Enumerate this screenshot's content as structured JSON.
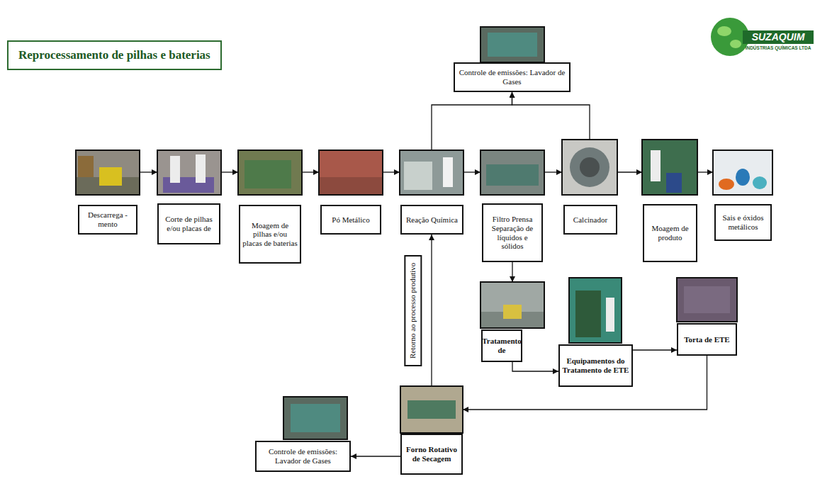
{
  "diagram": {
    "title": "Reprocessamento de pilhas e baterias",
    "nodes": [
      {
        "text": [
          "Controle de emissões: Lavador de Gases"
        ]
      },
      {
        "text": [
          "Descarrega -mento"
        ]
      },
      {
        "text": [
          "Corte de pilhas e/ou placas de"
        ]
      },
      {
        "text": [
          "Moagem de pilhas e/ou placas de baterias"
        ]
      },
      {
        "text": [
          "Pó Metálico"
        ]
      },
      {
        "text": [
          "Reação Química"
        ]
      },
      {
        "text": [
          "Filtro Prensa Separação de líquidos e sólidos"
        ]
      },
      {
        "text": [
          "Calcinador"
        ]
      },
      {
        "text": [
          "Moagem de produto"
        ]
      },
      {
        "text": [
          "Sais e óxidos metálicos"
        ]
      },
      {
        "text": [
          "Tratamento de"
        ]
      },
      {
        "text": [
          "Equipamentos do Tratamento de ETE"
        ]
      },
      {
        "text": [
          "Torta de ETE"
        ]
      },
      {
        "text": [
          "Controle de emissões: Lavador de Gases"
        ]
      },
      {
        "text": [
          "Forno Rotativo de Secagem"
        ]
      }
    ],
    "edges": [
      {
        "from": 1,
        "to": 2,
        "arrow": "to"
      },
      {
        "from": 2,
        "to": 3,
        "arrow": "to"
      },
      {
        "from": 3,
        "to": 4,
        "arrow": "to"
      },
      {
        "from": 4,
        "to": 5,
        "arrow": "to"
      },
      {
        "from": 5,
        "to": 6,
        "arrow": "to"
      },
      {
        "from": 6,
        "to": 7,
        "arrow": "to"
      },
      {
        "from": 7,
        "to": 8,
        "arrow": "to"
      },
      {
        "from": 8,
        "to": 9,
        "arrow": "to"
      },
      {
        "from": 5,
        "to": 0,
        "arrow": "to"
      },
      {
        "from": 7,
        "to": 0,
        "arrow": "to"
      },
      {
        "from": 6,
        "to": 10,
        "arrow": "to"
      },
      {
        "from": 10,
        "to": 11,
        "arrow": "to"
      },
      {
        "from": 11,
        "to": 12,
        "arrow": "to"
      },
      {
        "from": 12,
        "to": 14,
        "arrow": "to"
      },
      {
        "from": 14,
        "to": 13,
        "arrow": "to"
      },
      {
        "from": 14,
        "to": 5,
        "label": "Retorno ao processo produtivo",
        "arrow": "to"
      }
    ],
    "labels": [
      "SUZAQUIM",
      "INDÚSTRIAS QUÍMICAS LTDA"
    ]
  }
}
